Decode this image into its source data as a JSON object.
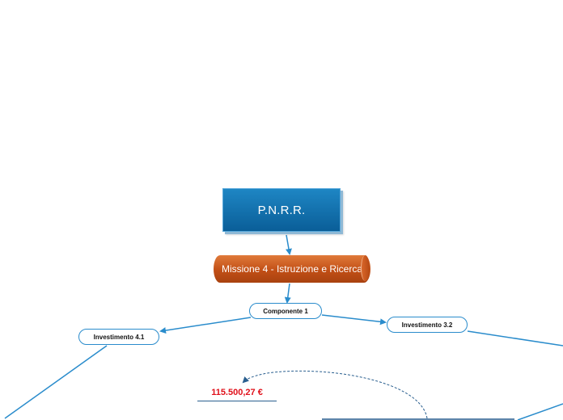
{
  "nodes": {
    "root": "P.N.R.R.",
    "missione": "Missione 4 - Istruzione e Ricerca",
    "componente": "Componente 1",
    "investimento_41": "Investimento 4.1",
    "investimento_32": "Investimento 3.2",
    "amount": "115.500,27 €"
  },
  "colors": {
    "connector": "#2a8ccc",
    "root_fill": "#0f6ead",
    "missione_fill": "#c45219",
    "amount_text": "#e0101a"
  }
}
